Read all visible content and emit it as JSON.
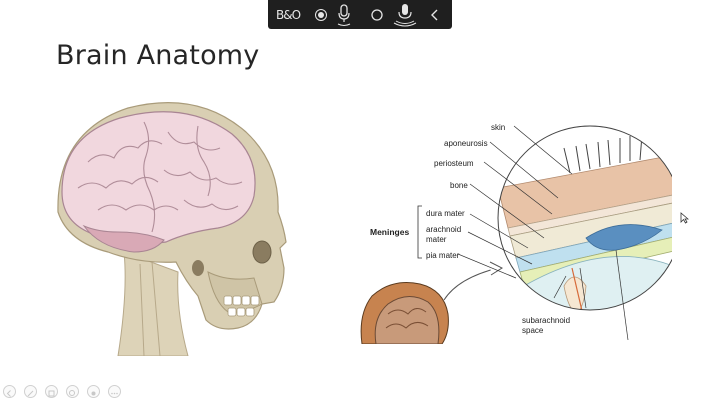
{
  "toolbar": {
    "logo_text": "B&O"
  },
  "slide": {
    "title": "Brain Anatomy",
    "labels": {
      "skin": "skin",
      "aponeurosis": "aponeurosis",
      "periosteum": "periosteum",
      "bone": "bone",
      "meninges": "Meninges",
      "dura_mater": "dura mater",
      "arachnoid_line1": "arachnoid",
      "arachnoid_line2": "mater",
      "pia_mater": "pia mater",
      "subarachnoid_line1": "subarachnoid",
      "subarachnoid_line2": "space"
    }
  },
  "colors": {
    "toolbar_bg": "#1f1f1f",
    "skull": "#d9cfb3",
    "brain": "#f1d7de",
    "skin_layer": "#e8c3a7",
    "dura_layer": "#bfe0ef",
    "arachnoid_layer": "#e6efb8"
  },
  "icons": {
    "toolbar": [
      "logo-icon",
      "record-dot-icon",
      "microphone-icon",
      "circle-icon",
      "microphone-waves-icon",
      "chevron-left-icon"
    ],
    "bottom_bar": [
      "previous-icon",
      "pen-icon",
      "share-icon",
      "zoom-icon",
      "view-icon",
      "more-icon"
    ]
  }
}
